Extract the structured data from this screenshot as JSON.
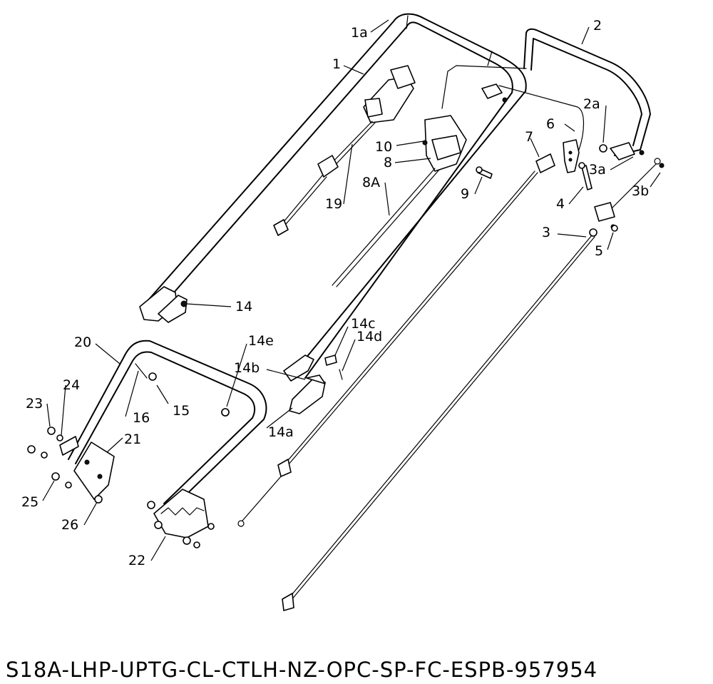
{
  "caption": "S18A-LHP-UPTG-CL-CTLH-NZ-OPC-SP-FC-ESPB-957954",
  "labels": {
    "p1": "1",
    "p1a": "1a",
    "p2": "2",
    "p2a": "2a",
    "p3": "3",
    "p3a": "3a",
    "p3b": "3b",
    "p4": "4",
    "p5": "5",
    "p6": "6",
    "p7": "7",
    "p8": "8",
    "p8A": "8A",
    "p9": "9",
    "p10": "10",
    "p14": "14",
    "p14a": "14a",
    "p14b": "14b",
    "p14c": "14c",
    "p14d": "14d",
    "p14e": "14e",
    "p15": "15",
    "p16": "16",
    "p19": "19",
    "p20": "20",
    "p21": "21",
    "p22": "22",
    "p23": "23",
    "p24": "24",
    "p25": "25",
    "p26": "26"
  }
}
